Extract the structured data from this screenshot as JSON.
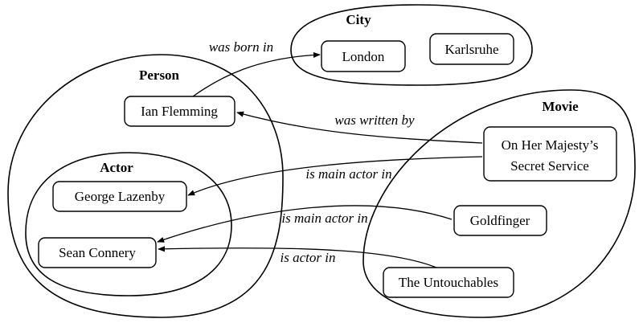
{
  "sets": {
    "city": "City",
    "person": "Person",
    "actor": "Actor",
    "movie": "Movie"
  },
  "nodes": {
    "london": "London",
    "karlsruhe": "Karlsruhe",
    "ian_flemming": "Ian Flemming",
    "george_lazenby": "George Lazenby",
    "sean_connery": "Sean Connery",
    "ohmss_line1": "On Her Majesty’s",
    "ohmss_line2": "Secret Service",
    "goldfinger": "Goldfinger",
    "untouchables": "The Untouchables"
  },
  "edges": {
    "was_born_in": "was born in",
    "was_written_by": "was written by",
    "main_actor_1": "is main actor in",
    "main_actor_2": "is main actor in",
    "actor_in": "is actor in"
  }
}
